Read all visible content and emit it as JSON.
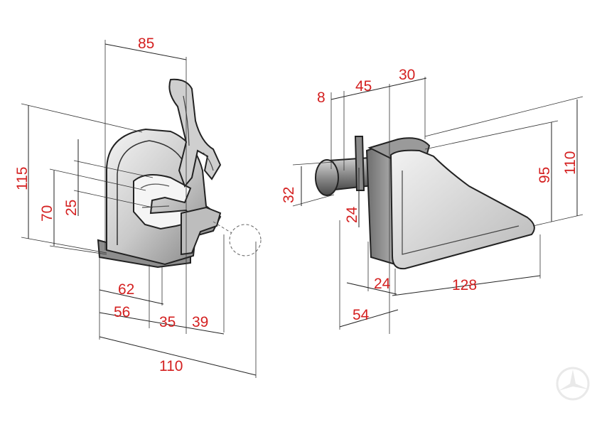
{
  "colors": {
    "dimension_text": "#d42020",
    "line": "#222222",
    "part_light": "#dcdcdc",
    "part_dark": "#8a8a8a"
  },
  "left_view": {
    "dim_85": "85",
    "dim_115": "115",
    "dim_70": "70",
    "dim_25": "25",
    "dim_62": "62",
    "dim_56": "56",
    "dim_35": "35",
    "dim_39": "39",
    "dim_110": "110"
  },
  "right_view": {
    "dim_8": "8",
    "dim_45": "45",
    "dim_30": "30",
    "dim_32": "32",
    "dim_24_vertical": "24",
    "dim_95": "95",
    "dim_110": "110",
    "dim_24_horizontal": "24",
    "dim_128": "128",
    "dim_54": "54"
  },
  "watermark": "logo-watermark"
}
